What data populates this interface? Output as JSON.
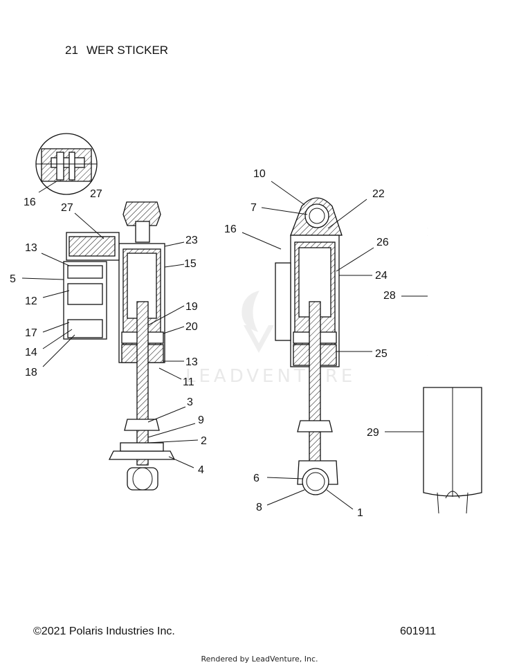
{
  "header": {
    "item_number": "21",
    "item_label": "WER STICKER"
  },
  "callouts": {
    "c16a": "16",
    "c27a": "27",
    "c27b": "27",
    "c13a": "13",
    "c5": "5",
    "c12": "12",
    "c17": "17",
    "c14": "14",
    "c18": "18",
    "c23": "23",
    "c15": "15",
    "c19": "19",
    "c20": "20",
    "c13b": "13",
    "c11": "11",
    "c3": "3",
    "c9": "9",
    "c2": "2",
    "c4": "4",
    "c10": "10",
    "c7": "7",
    "c22": "22",
    "c16b": "16",
    "c26": "26",
    "c24": "24",
    "c25": "25",
    "c6": "6",
    "c8": "8",
    "c1": "1",
    "c28": "28",
    "c29": "29"
  },
  "watermark": {
    "text": "LEADVENTURE"
  },
  "footer": {
    "copyright": "©2021 Polaris Industries Inc.",
    "diagram_number": "601911",
    "rendered_by": "Rendered by LeadVenture, Inc."
  }
}
